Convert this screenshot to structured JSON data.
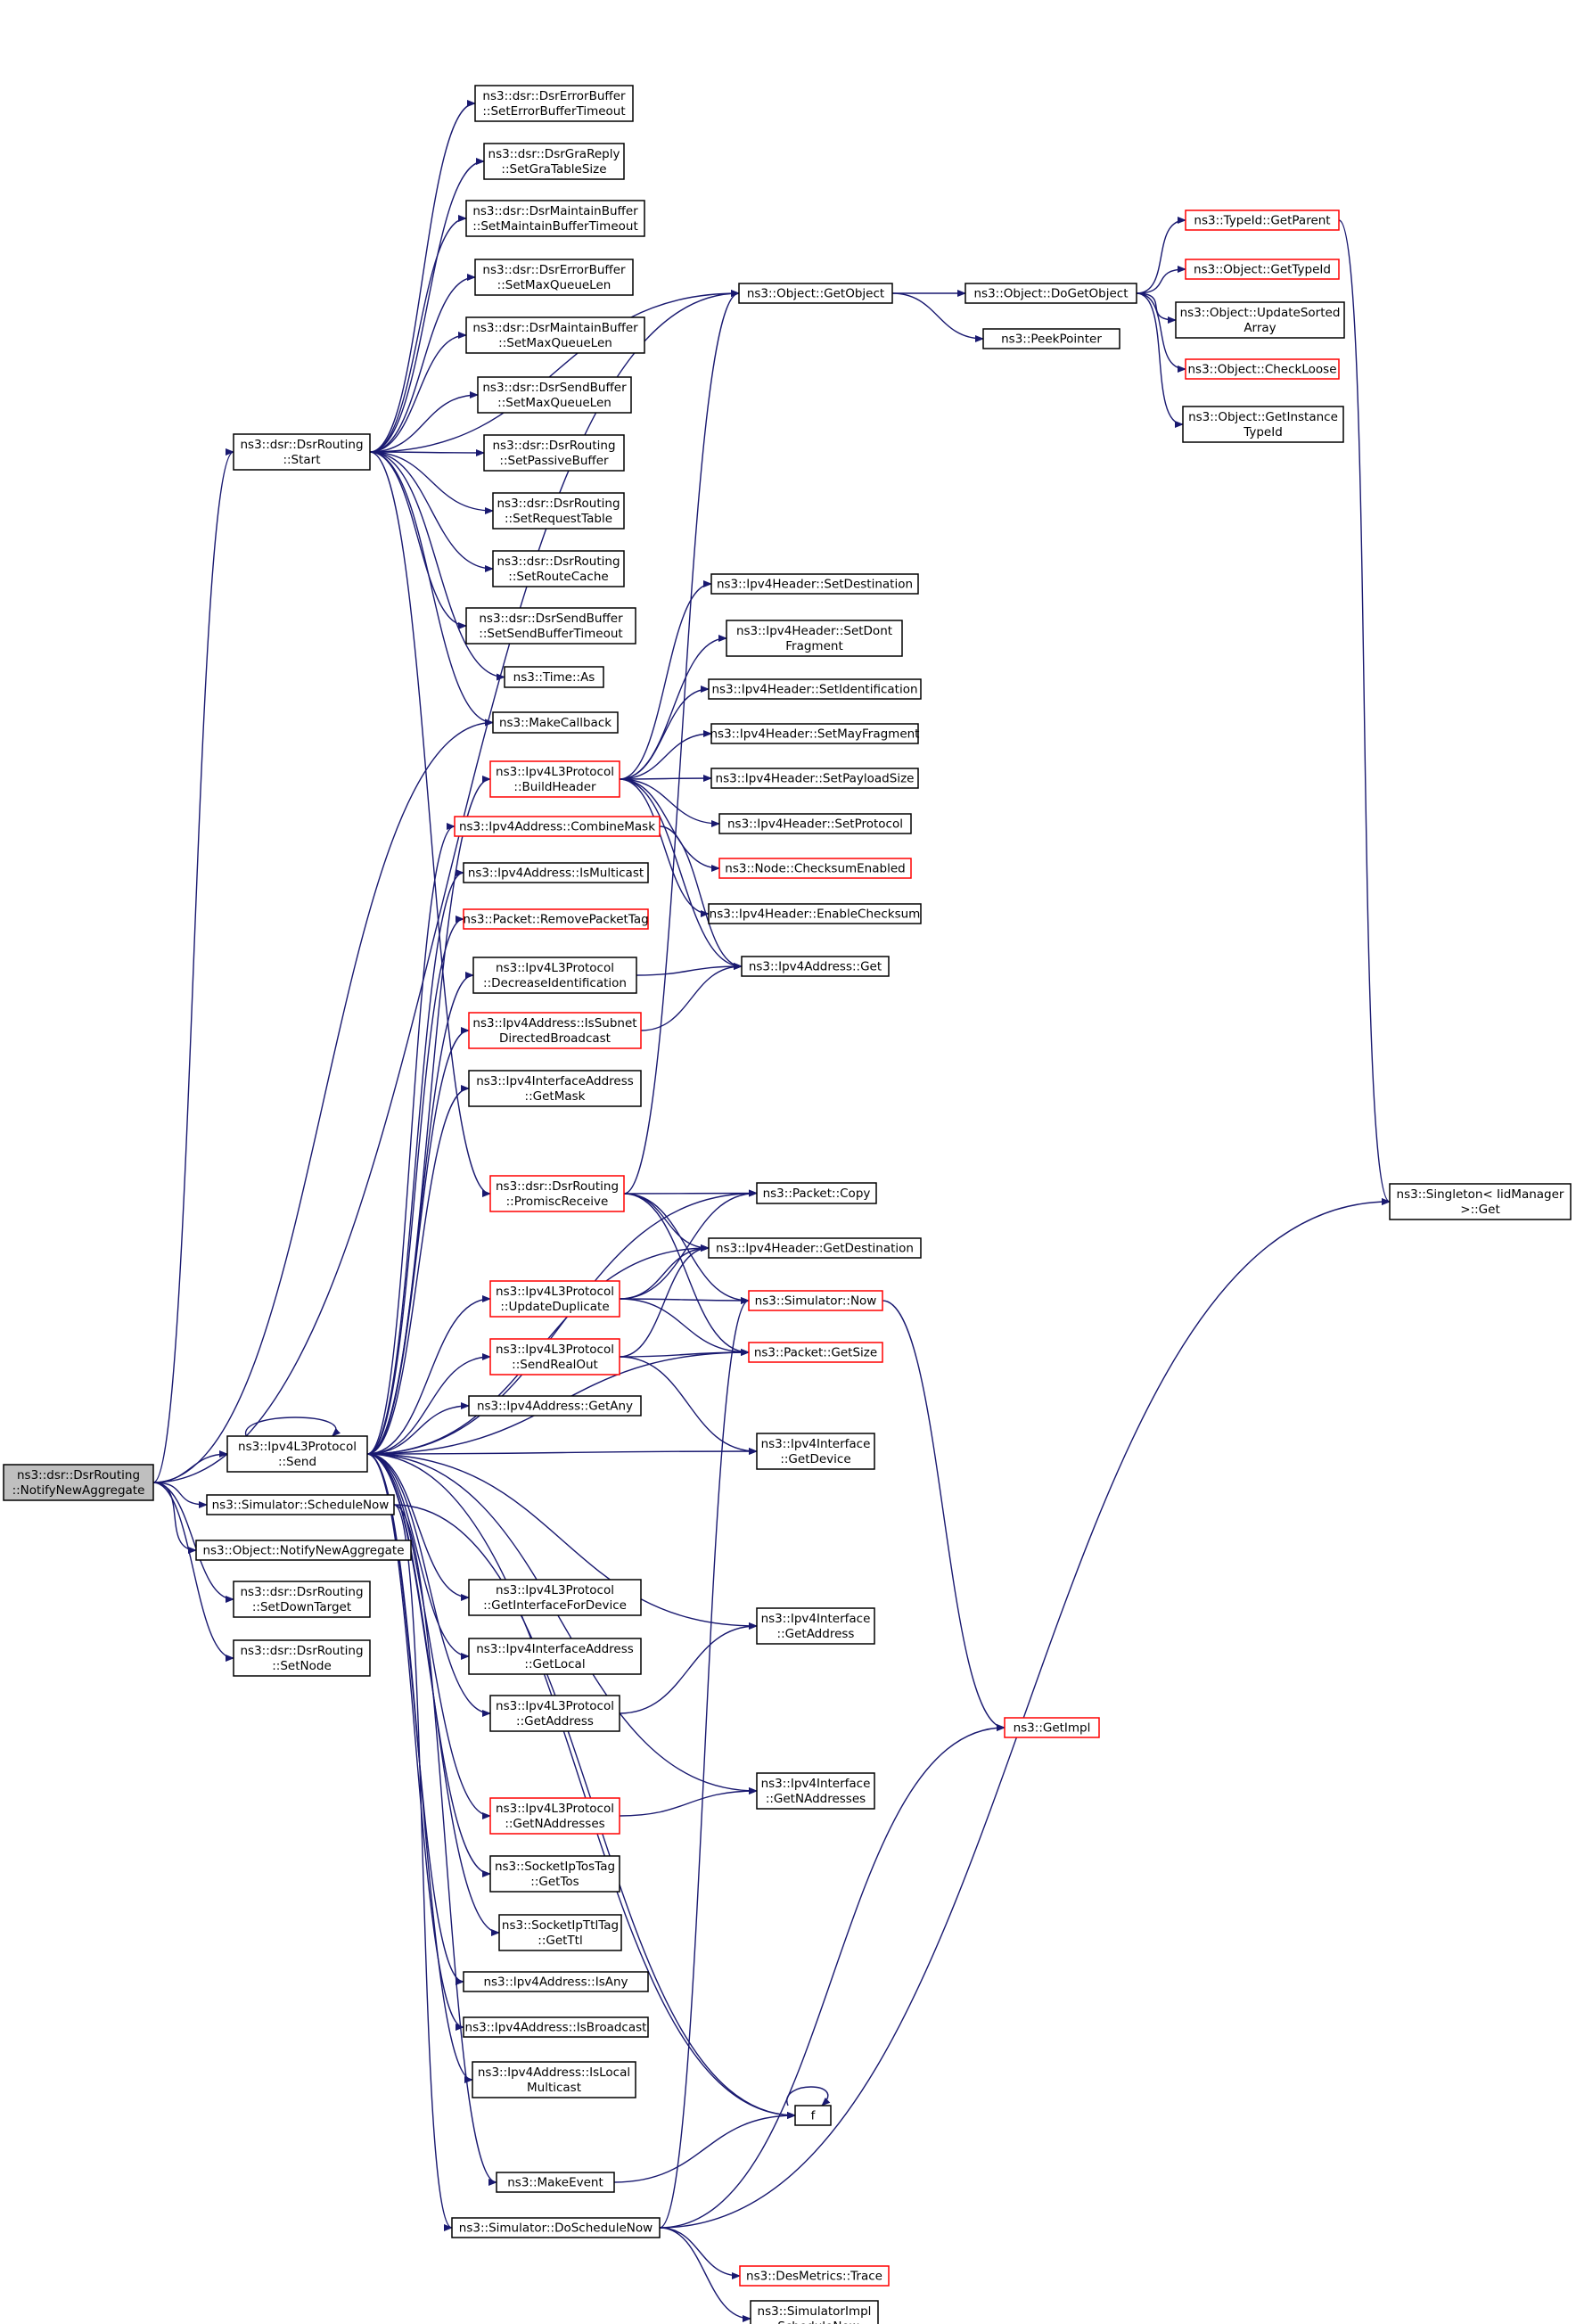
{
  "colors": {
    "edge": "#191970",
    "node_border": "#000000",
    "truncated_border": "#ff0000",
    "root_fill": "#bfbfbf"
  },
  "nodes": [
    {
      "id": "root",
      "lines": [
        "ns3::dsr::DsrRouting",
        "::NotifyNewAggregate"
      ],
      "style": "root"
    },
    {
      "id": "start",
      "lines": [
        "ns3::dsr::DsrRouting",
        "::Start"
      ],
      "style": "normal"
    },
    {
      "id": "getobject",
      "lines": [
        "ns3::Object::GetObject"
      ],
      "style": "normal"
    },
    {
      "id": "errbuf_timeout",
      "lines": [
        "ns3::dsr::DsrErrorBuffer",
        "::SetErrorBufferTimeout"
      ],
      "style": "normal"
    },
    {
      "id": "grareply",
      "lines": [
        "ns3::dsr::DsrGraReply",
        "::SetGraTableSize"
      ],
      "style": "normal"
    },
    {
      "id": "maint_timeout",
      "lines": [
        "ns3::dsr::DsrMaintainBuffer",
        "::SetMaintainBufferTimeout"
      ],
      "style": "normal"
    },
    {
      "id": "errbuf_maxq",
      "lines": [
        "ns3::dsr::DsrErrorBuffer",
        "::SetMaxQueueLen"
      ],
      "style": "normal"
    },
    {
      "id": "maint_maxq",
      "lines": [
        "ns3::dsr::DsrMaintainBuffer",
        "::SetMaxQueueLen"
      ],
      "style": "normal"
    },
    {
      "id": "send_maxq",
      "lines": [
        "ns3::dsr::DsrSendBuffer",
        "::SetMaxQueueLen"
      ],
      "style": "normal"
    },
    {
      "id": "passive",
      "lines": [
        "ns3::dsr::DsrRouting",
        "::SetPassiveBuffer"
      ],
      "style": "normal"
    },
    {
      "id": "reqtable",
      "lines": [
        "ns3::dsr::DsrRouting",
        "::SetRequestTable"
      ],
      "style": "normal"
    },
    {
      "id": "routecache",
      "lines": [
        "ns3::dsr::DsrRouting",
        "::SetRouteCache"
      ],
      "style": "normal"
    },
    {
      "id": "sendbuf_timeout",
      "lines": [
        "ns3::dsr::DsrSendBuffer",
        "::SetSendBufferTimeout"
      ],
      "style": "normal"
    },
    {
      "id": "timeas",
      "lines": [
        "ns3::Time::As"
      ],
      "style": "normal"
    },
    {
      "id": "makecallback",
      "lines": [
        "ns3::MakeCallback"
      ],
      "style": "normal"
    },
    {
      "id": "dogetobject",
      "lines": [
        "ns3::Object::DoGetObject"
      ],
      "style": "normal"
    },
    {
      "id": "peekpointer",
      "lines": [
        "ns3::PeekPointer"
      ],
      "style": "normal"
    },
    {
      "id": "getparent",
      "lines": [
        "ns3::TypeId::GetParent"
      ],
      "style": "red"
    },
    {
      "id": "gettypeid",
      "lines": [
        "ns3::Object::GetTypeId"
      ],
      "style": "red"
    },
    {
      "id": "updatesorted",
      "lines": [
        "ns3::Object::UpdateSorted",
        "Array"
      ],
      "style": "normal"
    },
    {
      "id": "checkloose",
      "lines": [
        "ns3::Object::CheckLoose"
      ],
      "style": "red"
    },
    {
      "id": "getinstance",
      "lines": [
        "ns3::Object::GetInstance",
        "TypeId"
      ],
      "style": "normal"
    },
    {
      "id": "singleton",
      "lines": [
        "ns3::Singleton< IidManager",
        ">::Get"
      ],
      "style": "normal"
    },
    {
      "id": "hdr_setdest",
      "lines": [
        "ns3::Ipv4Header::SetDestination"
      ],
      "style": "normal"
    },
    {
      "id": "hdr_setdont",
      "lines": [
        "ns3::Ipv4Header::SetDont",
        "Fragment"
      ],
      "style": "normal"
    },
    {
      "id": "hdr_setident",
      "lines": [
        "ns3::Ipv4Header::SetIdentification"
      ],
      "style": "normal"
    },
    {
      "id": "hdr_setmay",
      "lines": [
        "ns3::Ipv4Header::SetMayFragment"
      ],
      "style": "normal"
    },
    {
      "id": "hdr_setpayload",
      "lines": [
        "ns3::Ipv4Header::SetPayloadSize"
      ],
      "style": "normal"
    },
    {
      "id": "hdr_setproto",
      "lines": [
        "ns3::Ipv4Header::SetProtocol"
      ],
      "style": "normal"
    },
    {
      "id": "node_checksum",
      "lines": [
        "ns3::Node::ChecksumEnabled"
      ],
      "style": "red"
    },
    {
      "id": "hdr_enablechk",
      "lines": [
        "ns3::Ipv4Header::EnableChecksum"
      ],
      "style": "normal"
    },
    {
      "id": "addr_get",
      "lines": [
        "ns3::Ipv4Address::Get"
      ],
      "style": "normal"
    },
    {
      "id": "buildheader",
      "lines": [
        "ns3::Ipv4L3Protocol",
        "::BuildHeader"
      ],
      "style": "red"
    },
    {
      "id": "combinemask",
      "lines": [
        "ns3::Ipv4Address::CombineMask"
      ],
      "style": "red"
    },
    {
      "id": "ismulticast",
      "lines": [
        "ns3::Ipv4Address::IsMulticast"
      ],
      "style": "normal"
    },
    {
      "id": "removetag",
      "lines": [
        "ns3::Packet::RemovePacketTag"
      ],
      "style": "red"
    },
    {
      "id": "decident",
      "lines": [
        "ns3::Ipv4L3Protocol",
        "::DecreaseIdentification"
      ],
      "style": "normal"
    },
    {
      "id": "issubnetbc",
      "lines": [
        "ns3::Ipv4Address::IsSubnet",
        "DirectedBroadcast"
      ],
      "style": "red"
    },
    {
      "id": "ifaddr_getmask",
      "lines": [
        "ns3::Ipv4InterfaceAddress",
        "::GetMask"
      ],
      "style": "normal"
    },
    {
      "id": "promisc",
      "lines": [
        "ns3::dsr::DsrRouting",
        "::PromiscReceive"
      ],
      "style": "red"
    },
    {
      "id": "pkt_copy",
      "lines": [
        "ns3::Packet::Copy"
      ],
      "style": "normal"
    },
    {
      "id": "hdr_getdest",
      "lines": [
        "ns3::Ipv4Header::GetDestination"
      ],
      "style": "normal"
    },
    {
      "id": "updatedup",
      "lines": [
        "ns3::Ipv4L3Protocol",
        "::UpdateDuplicate"
      ],
      "style": "red"
    },
    {
      "id": "sim_now",
      "lines": [
        "ns3::Simulator::Now"
      ],
      "style": "red"
    },
    {
      "id": "sendrealout",
      "lines": [
        "ns3::Ipv4L3Protocol",
        "::SendRealOut"
      ],
      "style": "red"
    },
    {
      "id": "pkt_getsize",
      "lines": [
        "ns3::Packet::GetSize"
      ],
      "style": "red"
    },
    {
      "id": "addr_getany",
      "lines": [
        "ns3::Ipv4Address::GetAny"
      ],
      "style": "normal"
    },
    {
      "id": "send",
      "lines": [
        "ns3::Ipv4L3Protocol",
        "::Send"
      ],
      "style": "normal"
    },
    {
      "id": "iface_getdevice",
      "lines": [
        "ns3::Ipv4Interface",
        "::GetDevice"
      ],
      "style": "normal"
    },
    {
      "id": "schedulenow",
      "lines": [
        "ns3::Simulator::ScheduleNow"
      ],
      "style": "normal"
    },
    {
      "id": "obj_notify",
      "lines": [
        "ns3::Object::NotifyNewAggregate"
      ],
      "style": "normal"
    },
    {
      "id": "setdowntarget",
      "lines": [
        "ns3::dsr::DsrRouting",
        "::SetDownTarget"
      ],
      "style": "normal"
    },
    {
      "id": "setnode",
      "lines": [
        "ns3::dsr::DsrRouting",
        "::SetNode"
      ],
      "style": "normal"
    },
    {
      "id": "getiffordev",
      "lines": [
        "ns3::Ipv4L3Protocol",
        "::GetInterfaceForDevice"
      ],
      "style": "normal"
    },
    {
      "id": "iface_getaddress",
      "lines": [
        "ns3::Ipv4Interface",
        "::GetAddress"
      ],
      "style": "normal"
    },
    {
      "id": "ifaddr_getlocal",
      "lines": [
        "ns3::Ipv4InterfaceAddress",
        "::GetLocal"
      ],
      "style": "normal"
    },
    {
      "id": "l3_getaddress",
      "lines": [
        "ns3::Ipv4L3Protocol",
        "::GetAddress"
      ],
      "style": "normal"
    },
    {
      "id": "getimpl",
      "lines": [
        "ns3::GetImpl"
      ],
      "style": "red"
    },
    {
      "id": "iface_getnaddr",
      "lines": [
        "ns3::Ipv4Interface",
        "::GetNAddresses"
      ],
      "style": "normal"
    },
    {
      "id": "l3_getnaddr",
      "lines": [
        "ns3::Ipv4L3Protocol",
        "::GetNAddresses"
      ],
      "style": "red"
    },
    {
      "id": "tostag",
      "lines": [
        "ns3::SocketIpTosTag",
        "::GetTos"
      ],
      "style": "normal"
    },
    {
      "id": "ttltag",
      "lines": [
        "ns3::SocketIpTtlTag",
        "::GetTtl"
      ],
      "style": "normal"
    },
    {
      "id": "isany",
      "lines": [
        "ns3::Ipv4Address::IsAny"
      ],
      "style": "normal"
    },
    {
      "id": "isbroadcast",
      "lines": [
        "ns3::Ipv4Address::IsBroadcast"
      ],
      "style": "normal"
    },
    {
      "id": "islocalmc",
      "lines": [
        "ns3::Ipv4Address::IsLocal",
        "Multicast"
      ],
      "style": "normal"
    },
    {
      "id": "f",
      "lines": [
        "f"
      ],
      "style": "normal"
    },
    {
      "id": "makeevent",
      "lines": [
        "ns3::MakeEvent"
      ],
      "style": "normal"
    },
    {
      "id": "doschedulenow",
      "lines": [
        "ns3::Simulator::DoScheduleNow"
      ],
      "style": "normal"
    },
    {
      "id": "desmetrics",
      "lines": [
        "ns3::DesMetrics::Trace"
      ],
      "style": "red"
    },
    {
      "id": "simimpl_schednow",
      "lines": [
        "ns3::SimulatorImpl",
        "::ScheduleNow"
      ],
      "style": "normal"
    }
  ],
  "edges": [
    [
      "root",
      "start"
    ],
    [
      "root",
      "getobject"
    ],
    [
      "root",
      "makecallback"
    ],
    [
      "root",
      "send"
    ],
    [
      "root",
      "schedulenow"
    ],
    [
      "root",
      "obj_notify"
    ],
    [
      "root",
      "setdowntarget"
    ],
    [
      "root",
      "setnode"
    ],
    [
      "start",
      "getobject"
    ],
    [
      "start",
      "errbuf_timeout"
    ],
    [
      "start",
      "grareply"
    ],
    [
      "start",
      "maint_timeout"
    ],
    [
      "start",
      "errbuf_maxq"
    ],
    [
      "start",
      "maint_maxq"
    ],
    [
      "start",
      "send_maxq"
    ],
    [
      "start",
      "passive"
    ],
    [
      "start",
      "reqtable"
    ],
    [
      "start",
      "routecache"
    ],
    [
      "start",
      "sendbuf_timeout"
    ],
    [
      "start",
      "timeas"
    ],
    [
      "start",
      "makecallback"
    ],
    [
      "start",
      "promisc"
    ],
    [
      "getobject",
      "dogetobject"
    ],
    [
      "getobject",
      "peekpointer"
    ],
    [
      "dogetobject",
      "getparent"
    ],
    [
      "dogetobject",
      "gettypeid"
    ],
    [
      "dogetobject",
      "updatesorted"
    ],
    [
      "dogetobject",
      "checkloose"
    ],
    [
      "dogetobject",
      "getinstance"
    ],
    [
      "getparent",
      "singleton"
    ],
    [
      "buildheader",
      "hdr_setdest"
    ],
    [
      "buildheader",
      "hdr_setdont"
    ],
    [
      "buildheader",
      "hdr_setident"
    ],
    [
      "buildheader",
      "hdr_setmay"
    ],
    [
      "buildheader",
      "hdr_setpayload"
    ],
    [
      "buildheader",
      "hdr_setproto"
    ],
    [
      "buildheader",
      "node_checksum"
    ],
    [
      "buildheader",
      "hdr_enablechk"
    ],
    [
      "buildheader",
      "addr_get"
    ],
    [
      "combinemask",
      "addr_get"
    ],
    [
      "decident",
      "addr_get"
    ],
    [
      "issubnetbc",
      "addr_get"
    ],
    [
      "promisc",
      "getobject"
    ],
    [
      "promisc",
      "pkt_copy"
    ],
    [
      "promisc",
      "hdr_getdest"
    ],
    [
      "promisc",
      "sim_now"
    ],
    [
      "promisc",
      "pkt_getsize"
    ],
    [
      "updatedup",
      "pkt_copy"
    ],
    [
      "updatedup",
      "hdr_getdest"
    ],
    [
      "updatedup",
      "sim_now"
    ],
    [
      "updatedup",
      "pkt_getsize"
    ],
    [
      "sendrealout",
      "hdr_getdest"
    ],
    [
      "sendrealout",
      "pkt_getsize"
    ],
    [
      "sendrealout",
      "iface_getdevice"
    ],
    [
      "send",
      "send"
    ],
    [
      "send",
      "buildheader"
    ],
    [
      "send",
      "combinemask"
    ],
    [
      "send",
      "ismulticast"
    ],
    [
      "send",
      "removetag"
    ],
    [
      "send",
      "decident"
    ],
    [
      "send",
      "issubnetbc"
    ],
    [
      "send",
      "ifaddr_getmask"
    ],
    [
      "send",
      "pkt_copy"
    ],
    [
      "send",
      "hdr_getdest"
    ],
    [
      "send",
      "updatedup"
    ],
    [
      "send",
      "sendrealout"
    ],
    [
      "send",
      "addr_getany"
    ],
    [
      "send",
      "pkt_getsize"
    ],
    [
      "send",
      "iface_getdevice"
    ],
    [
      "send",
      "getiffordev"
    ],
    [
      "send",
      "iface_getaddress"
    ],
    [
      "send",
      "ifaddr_getlocal"
    ],
    [
      "send",
      "l3_getaddress"
    ],
    [
      "send",
      "iface_getnaddr"
    ],
    [
      "send",
      "l3_getnaddr"
    ],
    [
      "send",
      "tostag"
    ],
    [
      "send",
      "ttltag"
    ],
    [
      "send",
      "isany"
    ],
    [
      "send",
      "isbroadcast"
    ],
    [
      "send",
      "islocalmc"
    ],
    [
      "send",
      "f"
    ],
    [
      "l3_getaddress",
      "iface_getaddress"
    ],
    [
      "l3_getnaddr",
      "iface_getnaddr"
    ],
    [
      "sim_now",
      "getimpl"
    ],
    [
      "f",
      "f"
    ],
    [
      "schedulenow",
      "makeevent"
    ],
    [
      "schedulenow",
      "doschedulenow"
    ],
    [
      "schedulenow",
      "f"
    ],
    [
      "makeevent",
      "f"
    ],
    [
      "doschedulenow",
      "sim_now"
    ],
    [
      "doschedulenow",
      "getimpl"
    ],
    [
      "doschedulenow",
      "singleton"
    ],
    [
      "doschedulenow",
      "desmetrics"
    ],
    [
      "doschedulenow",
      "simimpl_schednow"
    ]
  ]
}
